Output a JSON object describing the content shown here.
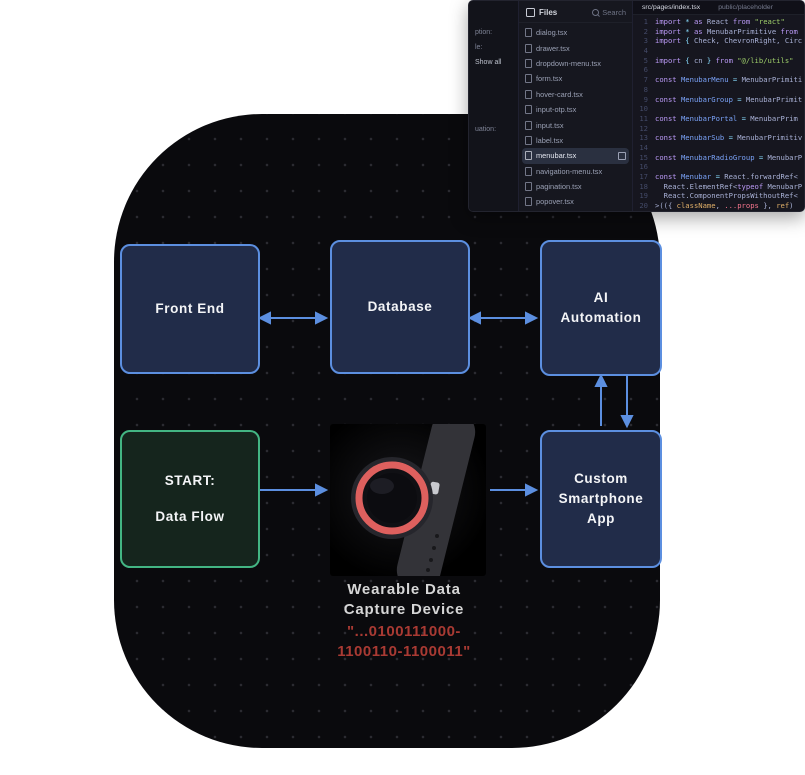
{
  "diagram": {
    "nodes": {
      "front_end": "Front End",
      "database": "Database",
      "ai_line1": "AI",
      "ai_line2": "Automation",
      "start_line1": "START:",
      "start_line2": "Data Flow",
      "app_line1": "Custom",
      "app_line2": "Smartphone",
      "app_line3": "App"
    },
    "caption": {
      "line1": "Wearable Data",
      "line2": "Capture Device"
    },
    "binary": {
      "line1": "\"...0100111000-",
      "line2": "1100110-1100011\""
    },
    "colors": {
      "node_blue_border": "#5c8fe0",
      "node_blue_fill": "#212c49",
      "node_green_border": "#43b583",
      "node_green_fill": "#15251d",
      "arrow": "#5c8fe0",
      "caption_text": "#d6d6d6",
      "binary_text": "#a93a33",
      "canvas_bg": "#0a0a0d"
    }
  },
  "editor": {
    "path_tabs": [
      "src/pages/index.tsx",
      "public/placeholder"
    ],
    "left_panel_fragments": [
      "ption:",
      "le:",
      "Show all",
      "uation:"
    ],
    "files": {
      "title": "Files",
      "search": "Search",
      "selected": "menubar.tsx",
      "items": [
        "dialog.tsx",
        "drawer.tsx",
        "dropdown-menu.tsx",
        "form.tsx",
        "hover-card.tsx",
        "input-otp.tsx",
        "input.tsx",
        "label.tsx",
        "menubar.tsx",
        "navigation-menu.tsx",
        "pagination.tsx",
        "popover.tsx"
      ]
    },
    "code": {
      "lines": [
        [
          [
            "import ",
            "kw"
          ],
          [
            "* ",
            "op"
          ],
          [
            "as",
            "kw"
          ],
          [
            " React ",
            "pl"
          ],
          [
            "from ",
            "kw"
          ],
          [
            "\"react\"",
            "str"
          ]
        ],
        [
          [
            "import ",
            "kw"
          ],
          [
            "* ",
            "op"
          ],
          [
            "as",
            "kw"
          ],
          [
            " MenubarPrimitive ",
            "pl"
          ],
          [
            "from",
            "kw"
          ]
        ],
        [
          [
            "import ",
            "kw"
          ],
          [
            "{ ",
            "op"
          ],
          [
            "Check, ChevronRight, Circ",
            "pl"
          ]
        ],
        [],
        [
          [
            "import ",
            "kw"
          ],
          [
            "{ ",
            "op"
          ],
          [
            "cn",
            "pl"
          ],
          [
            " } ",
            "op"
          ],
          [
            "from ",
            "kw"
          ],
          [
            "\"@/lib/utils\"",
            "str"
          ]
        ],
        [],
        [
          [
            "const",
            "kw"
          ],
          [
            " MenubarMenu ",
            "id"
          ],
          [
            "= ",
            "op"
          ],
          [
            "MenubarPrimiti",
            "pl"
          ]
        ],
        [],
        [
          [
            "const",
            "kw"
          ],
          [
            " MenubarGroup ",
            "id"
          ],
          [
            "= ",
            "op"
          ],
          [
            "MenubarPrimit",
            "pl"
          ]
        ],
        [],
        [
          [
            "const",
            "kw"
          ],
          [
            " MenubarPortal ",
            "id"
          ],
          [
            "= ",
            "op"
          ],
          [
            "MenubarPrim",
            "pl"
          ]
        ],
        [],
        [
          [
            "const",
            "kw"
          ],
          [
            " MenubarSub ",
            "id"
          ],
          [
            "= ",
            "op"
          ],
          [
            "MenubarPrimitiv",
            "pl"
          ]
        ],
        [],
        [
          [
            "const",
            "kw"
          ],
          [
            " MenubarRadioGroup ",
            "id"
          ],
          [
            "= ",
            "op"
          ],
          [
            "MenubarP",
            "pl"
          ]
        ],
        [],
        [
          [
            "const",
            "kw"
          ],
          [
            " Menubar ",
            "id"
          ],
          [
            "= ",
            "op"
          ],
          [
            "React.forwardRef<",
            "pl"
          ]
        ],
        [
          [
            "  React.ElementRef<",
            "pl"
          ],
          [
            "typeof",
            "kw"
          ],
          [
            " MenubarP",
            "pl"
          ]
        ],
        [
          [
            "  React.ComponentPropsWithoutRef<",
            "pl"
          ]
        ],
        [
          [
            ">(({ ",
            "pl"
          ],
          [
            "className",
            "prm"
          ],
          [
            ", ",
            "pl"
          ],
          [
            "...props",
            "red"
          ],
          [
            " }, ",
            "pl"
          ],
          [
            "ref",
            "prm"
          ],
          [
            ")",
            "pl"
          ]
        ]
      ]
    }
  }
}
